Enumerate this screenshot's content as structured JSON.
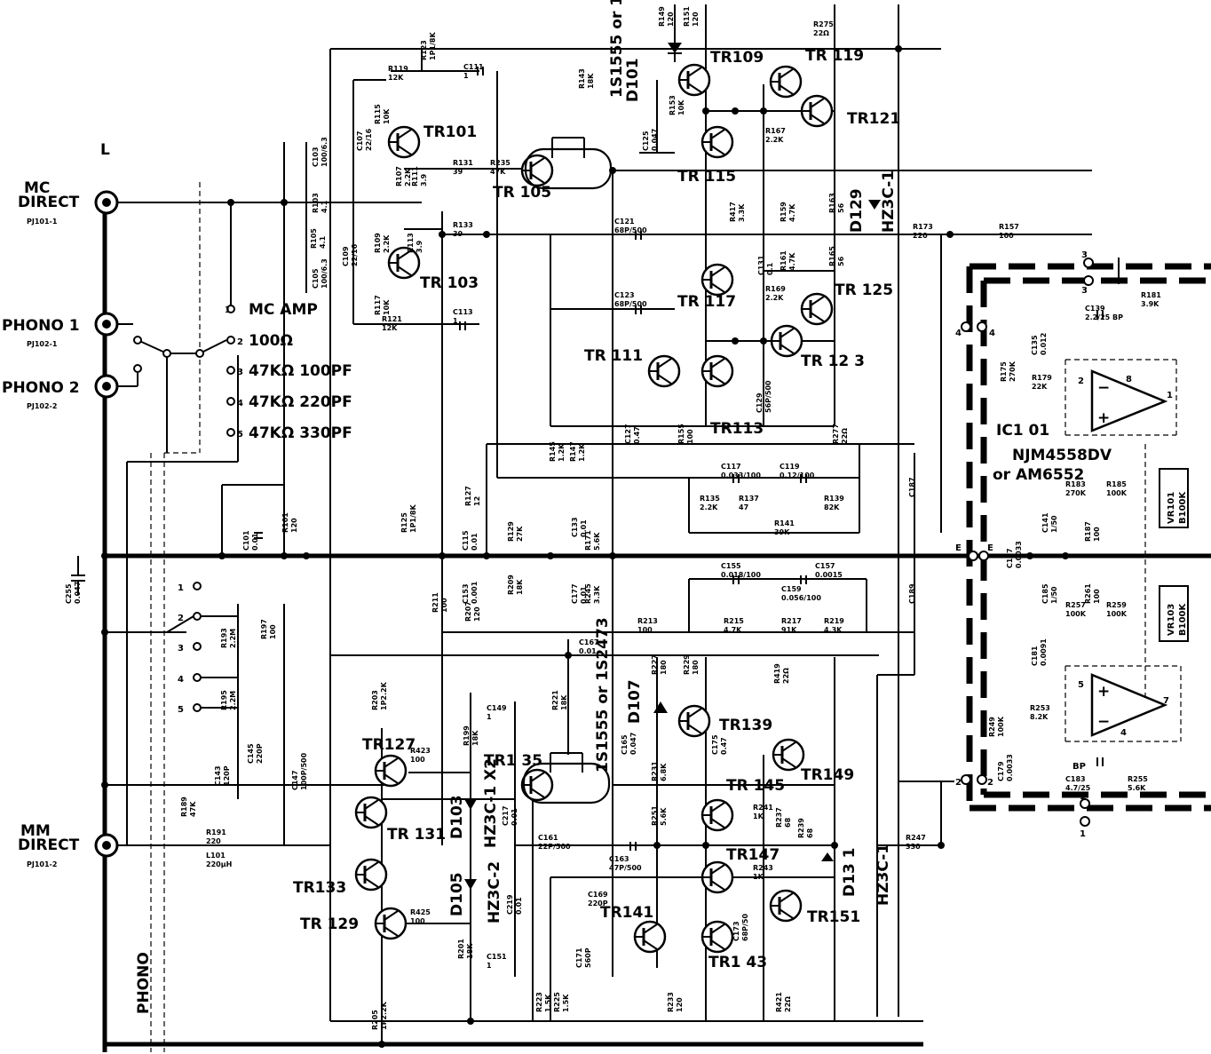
{
  "channel_label": "L",
  "jacks": {
    "mc_direct": {
      "line1": "MC",
      "line2": "DIRECT",
      "ref": "PJ101-1"
    },
    "phono1": {
      "label": "PHONO 1",
      "ref": "PJ102-1"
    },
    "phono2": {
      "label": "PHONO 2",
      "ref": "PJ102-2"
    },
    "mm_direct": {
      "line1": "MM",
      "line2": "DIRECT",
      "ref": "PJ101-2"
    }
  },
  "selector_positions": [
    {
      "num": "1",
      "label": "MC  AMP"
    },
    {
      "num": "2",
      "label": "100Ω"
    },
    {
      "num": "3",
      "label": "47KΩ 100PF"
    },
    {
      "num": "4",
      "label": "47KΩ 220PF"
    },
    {
      "num": "5",
      "label": "47KΩ 330PF"
    }
  ],
  "lower_selector_positions": [
    "1",
    "2",
    "3",
    "4",
    "5"
  ],
  "phono_label": "PHONO",
  "transistors": [
    {
      "id": "tr101",
      "label": "TR101"
    },
    {
      "id": "tr103",
      "label": "TR 103"
    },
    {
      "id": "tr105",
      "label": "TR 105"
    },
    {
      "id": "tr109",
      "label": "TR109"
    },
    {
      "id": "tr119",
      "label": "TR 119"
    },
    {
      "id": "tr121",
      "label": "TR121"
    },
    {
      "id": "tr115",
      "label": "TR 115"
    },
    {
      "id": "tr117",
      "label": "TR 117"
    },
    {
      "id": "tr125",
      "label": "TR 125"
    },
    {
      "id": "tr123",
      "label": "TR 12 3"
    },
    {
      "id": "tr111",
      "label": "TR 111"
    },
    {
      "id": "tr113",
      "label": "TR113"
    },
    {
      "id": "tr127",
      "label": "TR127"
    },
    {
      "id": "tr131",
      "label": "TR 131"
    },
    {
      "id": "tr133",
      "label": "TR133"
    },
    {
      "id": "tr129",
      "label": "TR 129"
    },
    {
      "id": "tr135",
      "label": "TR1 35"
    },
    {
      "id": "tr139",
      "label": "TR139"
    },
    {
      "id": "tr145",
      "label": "TR 145"
    },
    {
      "id": "tr149",
      "label": "TR149"
    },
    {
      "id": "tr147",
      "label": "TR147"
    },
    {
      "id": "tr151",
      "label": "TR151"
    },
    {
      "id": "tr141",
      "label": "TR141"
    },
    {
      "id": "tr143",
      "label": "TR1 43"
    }
  ],
  "diodes": {
    "d101": "D101",
    "d101_type": "1S1555 or 1S2473",
    "d129": "D129",
    "d129_type": "HZ3C-1",
    "d107": "D107",
    "d107_type": "1S1555 or 1S2473",
    "d103": "D103",
    "d103_type": "HZ3C-1 X2",
    "d105": "D105",
    "d105_type": "HZ3C-2",
    "d131": "D13 1",
    "d131_type": "HZ3C-1"
  },
  "ic": {
    "ref": "IC1 01",
    "type": "NJM4558DV",
    "alt": "or AM6552"
  },
  "pots": [
    {
      "ref": "VR101",
      "value": "B100K"
    },
    {
      "ref": "VR103",
      "value": "B100K"
    }
  ],
  "components": [
    {
      "ref": "R119",
      "value": "12K"
    },
    {
      "ref": "R123",
      "value": "1P1/8K"
    },
    {
      "ref": "C111",
      "value": "1"
    },
    {
      "ref": "R143",
      "value": "18K"
    },
    {
      "ref": "R115",
      "value": "10K"
    },
    {
      "ref": "R107",
      "value": "2.2K"
    },
    {
      "ref": "R111",
      "value": "3.9"
    },
    {
      "ref": "C103",
      "value": "100/6.3"
    },
    {
      "ref": "C107",
      "value": "22/16"
    },
    {
      "ref": "R103",
      "value": "4.1"
    },
    {
      "ref": "R105",
      "value": "4.1"
    },
    {
      "ref": "C105",
      "value": "100/6.3"
    },
    {
      "ref": "C109",
      "value": "22/16"
    },
    {
      "ref": "R109",
      "value": "2.2K"
    },
    {
      "ref": "R113",
      "value": "3.9"
    },
    {
      "ref": "R117",
      "value": "10K"
    },
    {
      "ref": "R121",
      "value": "12K"
    },
    {
      "ref": "C113",
      "value": "1"
    },
    {
      "ref": "R131",
      "value": "39"
    },
    {
      "ref": "R235",
      "value": "47K"
    },
    {
      "ref": "R133",
      "value": "39"
    },
    {
      "ref": "R149",
      "value": "120"
    },
    {
      "ref": "R151",
      "value": "120"
    },
    {
      "ref": "R153",
      "value": "10K"
    },
    {
      "ref": "C125",
      "value": "0.047"
    },
    {
      "ref": "R275",
      "value": "22Ω"
    },
    {
      "ref": "R167",
      "value": "2.2K"
    },
    {
      "ref": "R417",
      "value": "3.3K"
    },
    {
      "ref": "R159",
      "value": "4.7K"
    },
    {
      "ref": "R163",
      "value": "56"
    },
    {
      "ref": "C121",
      "value": "68P/500"
    },
    {
      "ref": "C123",
      "value": "68P/500"
    },
    {
      "ref": "C131",
      "value": "0.1"
    },
    {
      "ref": "R161",
      "value": "4.7K"
    },
    {
      "ref": "R165",
      "value": "56"
    },
    {
      "ref": "R169",
      "value": "2.2K"
    },
    {
      "ref": "C129",
      "value": "56P/500"
    },
    {
      "ref": "R145",
      "value": "1.2K"
    },
    {
      "ref": "R147",
      "value": "1.2K"
    },
    {
      "ref": "C127",
      "value": "0.47"
    },
    {
      "ref": "R155",
      "value": "100"
    },
    {
      "ref": "R277",
      "value": "22Ω"
    },
    {
      "ref": "R173",
      "value": "220"
    },
    {
      "ref": "R157",
      "value": "100"
    },
    {
      "ref": "R181",
      "value": "3.9K"
    },
    {
      "ref": "C139",
      "value": "2.2/25 BP"
    },
    {
      "ref": "R175",
      "value": "270K"
    },
    {
      "ref": "C135",
      "value": "0.012"
    },
    {
      "ref": "R179",
      "value": "22K"
    },
    {
      "ref": "C117",
      "value": "0.033/100"
    },
    {
      "ref": "C119",
      "value": "0.12/100"
    },
    {
      "ref": "R135",
      "value": "2.2K"
    },
    {
      "ref": "R137",
      "value": "47"
    },
    {
      "ref": "R139",
      "value": "82K"
    },
    {
      "ref": "R141",
      "value": "39K"
    },
    {
      "ref": "C187",
      "value": ""
    },
    {
      "ref": "R125",
      "value": "1P1/8K"
    },
    {
      "ref": "R127",
      "value": "12"
    },
    {
      "ref": "C115",
      "value": "0.01"
    },
    {
      "ref": "R129",
      "value": "27K"
    },
    {
      "ref": "C133",
      "value": "0.01"
    },
    {
      "ref": "R171",
      "value": "5.6K"
    },
    {
      "ref": "R101",
      "value": "120"
    },
    {
      "ref": "C101",
      "value": "0.01"
    },
    {
      "ref": "C255",
      "value": "0.047"
    },
    {
      "ref": "R211",
      "value": "100"
    },
    {
      "ref": "C153",
      "value": "0.001"
    },
    {
      "ref": "R207",
      "value": "120"
    },
    {
      "ref": "R209",
      "value": "18K"
    },
    {
      "ref": "C177",
      "value": "0.01"
    },
    {
      "ref": "R245",
      "value": "3.3K"
    },
    {
      "ref": "C155",
      "value": "0.018/100"
    },
    {
      "ref": "C157",
      "value": "0.0015"
    },
    {
      "ref": "C159",
      "value": "0.056/100"
    },
    {
      "ref": "R213",
      "value": "100"
    },
    {
      "ref": "R215",
      "value": "4.7K"
    },
    {
      "ref": "R217",
      "value": "91K"
    },
    {
      "ref": "R219",
      "value": "4.3K"
    },
    {
      "ref": "C189",
      "value": ""
    },
    {
      "ref": "C137",
      "value": "0.0033"
    },
    {
      "ref": "C141",
      "value": "1/50"
    },
    {
      "ref": "R183",
      "value": "270K"
    },
    {
      "ref": "R185",
      "value": "100K"
    },
    {
      "ref": "R187",
      "value": "100"
    },
    {
      "ref": "C185",
      "value": "1/50"
    },
    {
      "ref": "R261",
      "value": "100"
    },
    {
      "ref": "R257",
      "value": "100K"
    },
    {
      "ref": "R259",
      "value": "100K"
    },
    {
      "ref": "C181",
      "value": "0.0091"
    },
    {
      "ref": "R193",
      "value": "2.2M"
    },
    {
      "ref": "R195",
      "value": "2.2M"
    },
    {
      "ref": "R197",
      "value": "100"
    },
    {
      "ref": "C145",
      "value": "220P"
    },
    {
      "ref": "C143",
      "value": "120P"
    },
    {
      "ref": "C147",
      "value": "100P/500"
    },
    {
      "ref": "R203",
      "value": "1P2.2K"
    },
    {
      "ref": "C167",
      "value": "0.01"
    },
    {
      "ref": "R221",
      "value": "18K"
    },
    {
      "ref": "C149",
      "value": "1"
    },
    {
      "ref": "R423",
      "value": "100"
    },
    {
      "ref": "R199",
      "value": "18K"
    },
    {
      "ref": "C165",
      "value": "0.047"
    },
    {
      "ref": "R227",
      "value": "180"
    },
    {
      "ref": "R229",
      "value": "180"
    },
    {
      "ref": "R419",
      "value": "22Ω"
    },
    {
      "ref": "R231",
      "value": "6.8K"
    },
    {
      "ref": "C175",
      "value": "0.47"
    },
    {
      "ref": "R251",
      "value": "5.6K"
    },
    {
      "ref": "R241",
      "value": "1K"
    },
    {
      "ref": "R237",
      "value": "68"
    },
    {
      "ref": "R239",
      "value": "68"
    },
    {
      "ref": "R243",
      "value": "1K"
    },
    {
      "ref": "C217",
      "value": "0.01"
    },
    {
      "ref": "C161",
      "value": "22P/500"
    },
    {
      "ref": "C163",
      "value": "47P/500"
    },
    {
      "ref": "C169",
      "value": "220P"
    },
    {
      "ref": "C219",
      "value": "0.01"
    },
    {
      "ref": "R189",
      "value": "47K"
    },
    {
      "ref": "R191",
      "value": "220"
    },
    {
      "ref": "L101",
      "value": "220μH"
    },
    {
      "ref": "R425",
      "value": "100"
    },
    {
      "ref": "R201",
      "value": "18K"
    },
    {
      "ref": "C151",
      "value": "1"
    },
    {
      "ref": "C171",
      "value": "560P"
    },
    {
      "ref": "C173",
      "value": "68P/50"
    },
    {
      "ref": "R223",
      "value": "1.5K"
    },
    {
      "ref": "R225",
      "value": "1.5K"
    },
    {
      "ref": "R233",
      "value": "120"
    },
    {
      "ref": "R421",
      "value": "22Ω"
    },
    {
      "ref": "R205",
      "value": "1P2.2K"
    },
    {
      "ref": "R247",
      "value": "330"
    },
    {
      "ref": "R249",
      "value": "100K"
    },
    {
      "ref": "C179",
      "value": "0.0033"
    },
    {
      "ref": "R253",
      "value": "8.2K"
    },
    {
      "ref": "C183",
      "value": "4.7/25"
    },
    {
      "ref": "R255",
      "value": "5.6K"
    }
  ],
  "ic_pins": [
    "3",
    "3",
    "4",
    "4",
    "2",
    "8",
    "1",
    "E",
    "E",
    "5",
    "7",
    "4",
    "2",
    "2",
    "1",
    "1"
  ],
  "bp_label": "BP"
}
